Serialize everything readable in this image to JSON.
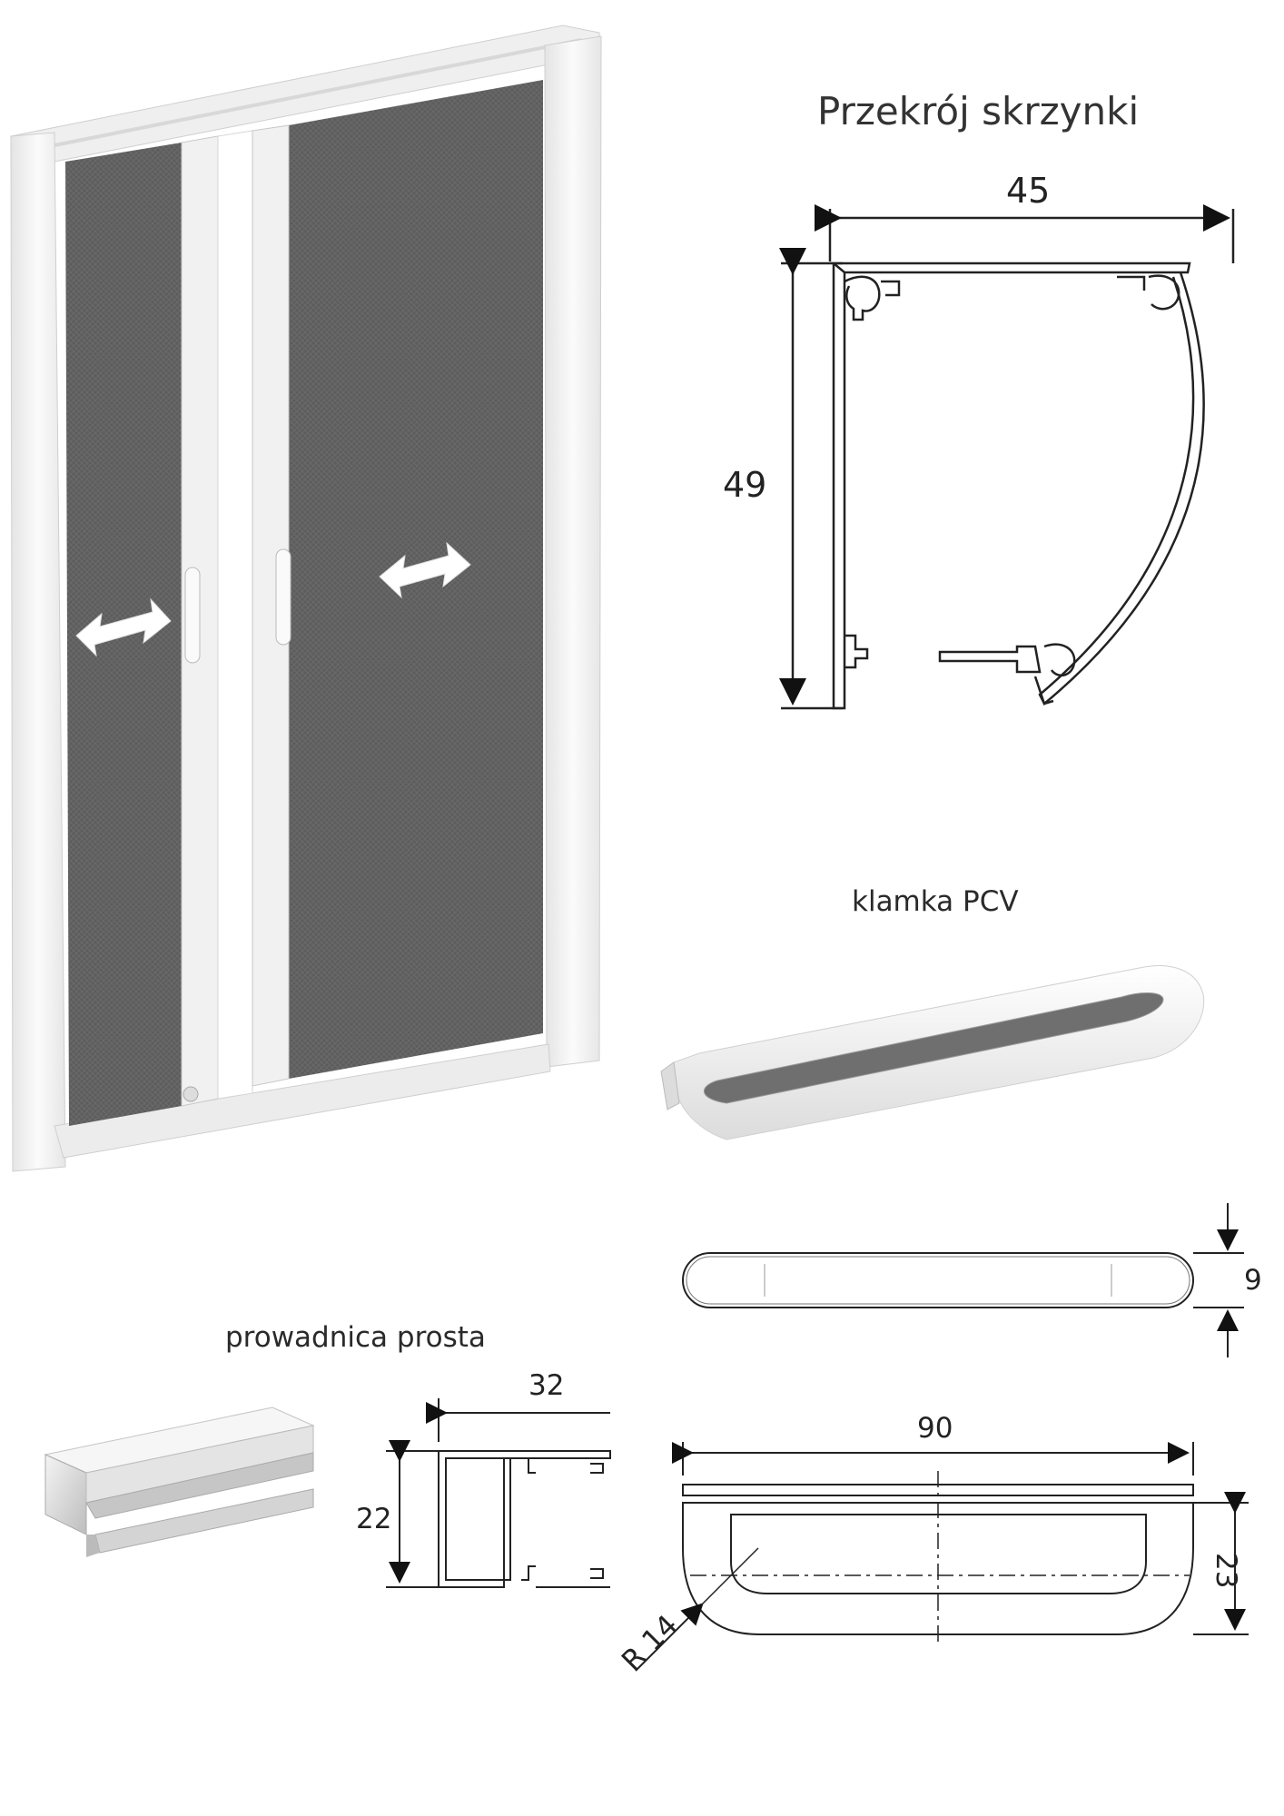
{
  "labels": {
    "box_section_title": "Przekrój skrzynki",
    "handle_title": "klamka PCV",
    "guide_title": "prowadnica prosta"
  },
  "dimensions": {
    "box_width": "45",
    "box_height": "49",
    "handle_thickness": "9",
    "guide_width": "32",
    "guide_height": "22",
    "handle_length": "90",
    "handle_depth": "23",
    "handle_radius": "R 14"
  },
  "colors": {
    "mesh": "#5d5d5d",
    "frame": "#f2f2f2",
    "line": "#222222"
  }
}
